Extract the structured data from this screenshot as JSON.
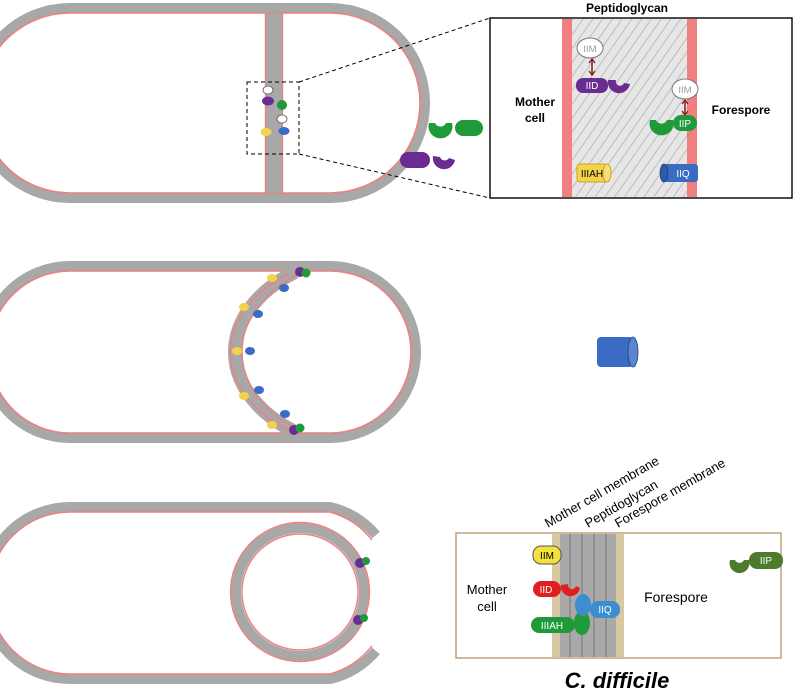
{
  "top_inset": {
    "peptidoglycan": "Peptidoglycan",
    "mother_cell_1": "Mother",
    "mother_cell_2": "cell",
    "forespore": "Forespore",
    "iim_left": "IIM",
    "iid": "IID",
    "iim_right": "IIM",
    "iip": "IIP",
    "iiiah": "IIIAH",
    "iiq": "IIQ"
  },
  "bottom_inset": {
    "mother_cell_membrane": "Mother cell membrane",
    "peptidoglycan": "Peptidoglycan",
    "forespore_membrane": "Forespore membrane",
    "iim": "IIM",
    "iid": "IID",
    "iiah": "IIIAH",
    "iiq": "IIQ",
    "mother_cell_1": "Mother",
    "mother_cell_2": "cell",
    "forespore": "Forespore",
    "free_iip": "IIP",
    "organism": "C. difficile"
  },
  "colors": {
    "cell_wall": "#a8a8a8",
    "membrane": "#f07f7f",
    "purple": "#6b2c91",
    "green": "#1f9a3a",
    "blue": "#3b6cc4",
    "yellow": "#f3d34a",
    "red": "#e02020",
    "dark_green": "#4e7a2e",
    "beige": "#f5ecdc"
  }
}
